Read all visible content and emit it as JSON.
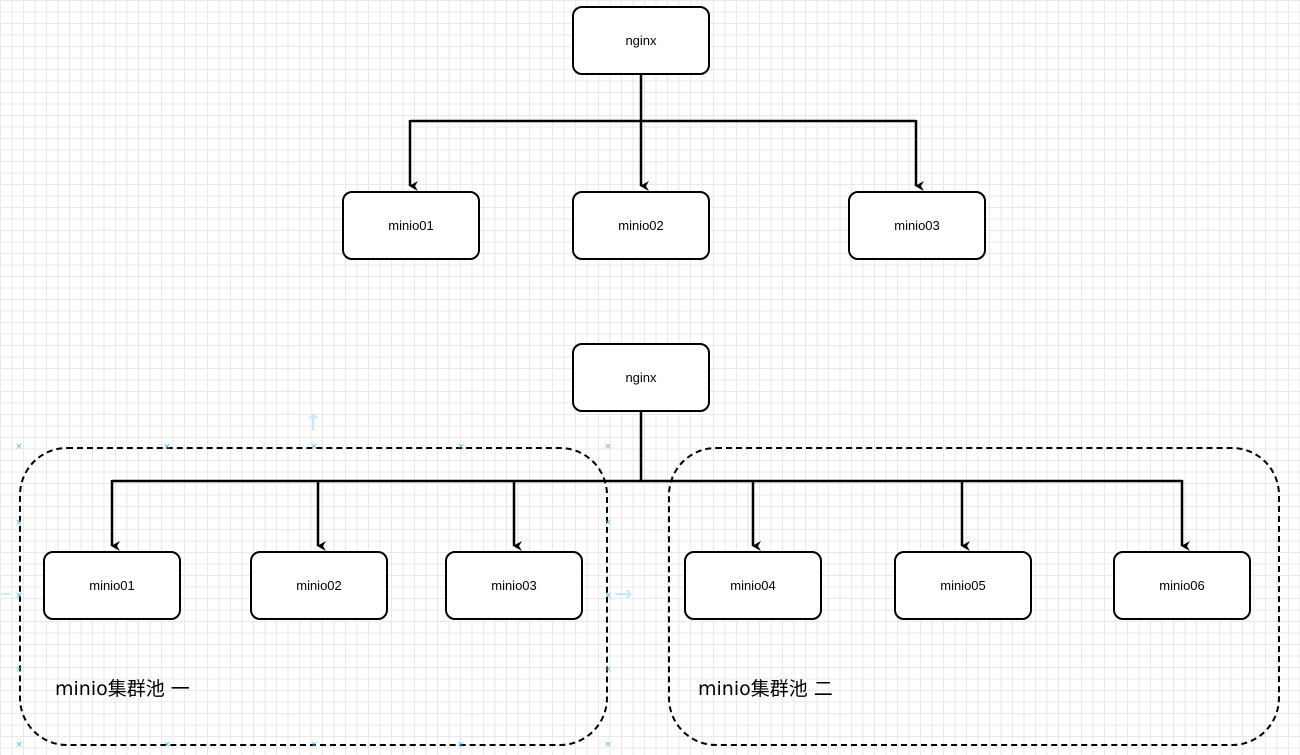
{
  "diagram_top": {
    "root": {
      "label": "nginx"
    },
    "children": [
      {
        "label": "minio01"
      },
      {
        "label": "minio02"
      },
      {
        "label": "minio03"
      }
    ]
  },
  "diagram_bottom": {
    "root": {
      "label": "nginx"
    },
    "pool_one": {
      "label": "minio集群池 一",
      "nodes": [
        {
          "label": "minio01"
        },
        {
          "label": "minio02"
        },
        {
          "label": "minio03"
        }
      ]
    },
    "pool_two": {
      "label": "minio集群池 二",
      "nodes": [
        {
          "label": "minio04"
        },
        {
          "label": "minio05"
        },
        {
          "label": "minio06"
        }
      ]
    }
  },
  "colors": {
    "stroke": "#000000",
    "grid": "#e9e9e9",
    "selection": "#29b6f2"
  }
}
